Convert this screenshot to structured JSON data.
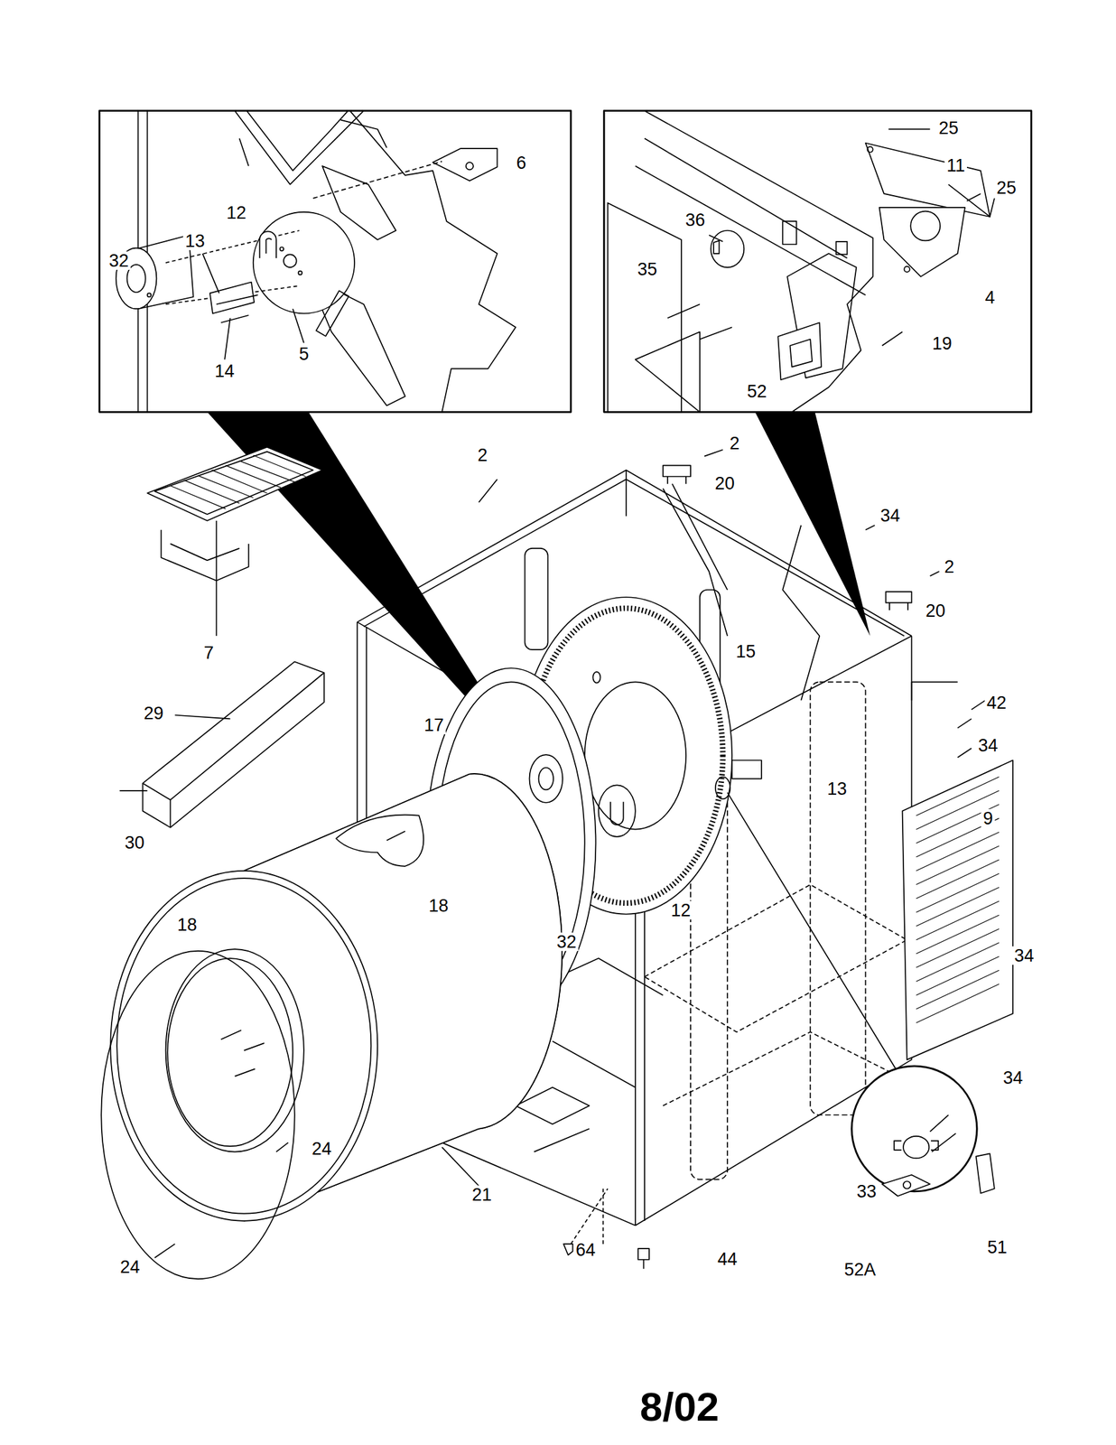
{
  "diagram": {
    "labels": [
      "6",
      "12",
      "13",
      "32",
      "14",
      "5",
      "25",
      "11",
      "25",
      "36",
      "35",
      "4",
      "19",
      "52",
      "2",
      "2",
      "20",
      "34",
      "2",
      "20",
      "7",
      "15",
      "42",
      "29",
      "17",
      "34",
      "13",
      "9",
      "30",
      "18",
      "18",
      "12",
      "34",
      "32",
      "34",
      "24",
      "21",
      "33",
      "24",
      "64",
      "44",
      "51",
      "52A",
      "8/02"
    ]
  }
}
